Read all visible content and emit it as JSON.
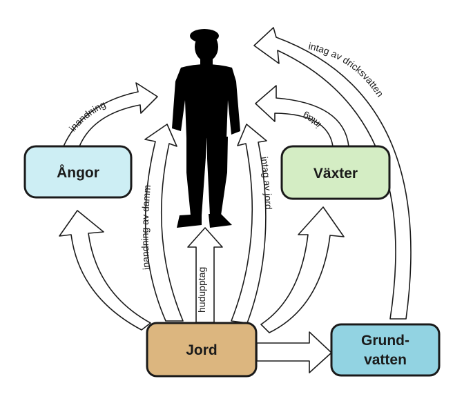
{
  "nodes": {
    "angor": {
      "label": "Ångor",
      "color": "#cdeef4"
    },
    "vaxter": {
      "label": "Växter",
      "color": "#d4edc4"
    },
    "jord": {
      "label": "Jord",
      "color": "#dcb67f"
    },
    "grundvatten": {
      "line1": "Grund-",
      "line2": "vatten",
      "color": "#92d3e2"
    }
  },
  "edges": {
    "inandning": "inandning",
    "inandning_av_damm": "inandning av damm",
    "intag_av_jord": "intag av jord",
    "hudupptag": "hudupptag",
    "intag": "intag",
    "intag_av_dricksvatten": "intag av dricksvatten"
  },
  "icons": {
    "person": "person-silhouette-icon"
  }
}
